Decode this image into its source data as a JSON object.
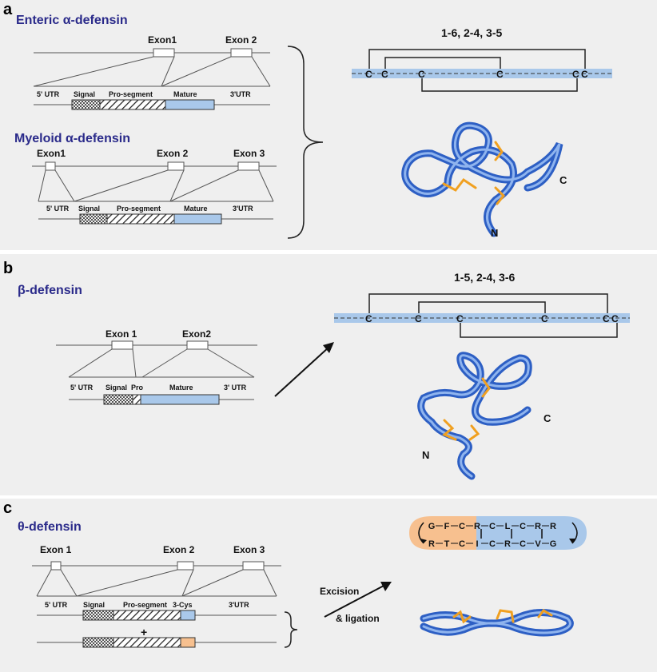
{
  "panel_a": {
    "letter": "a",
    "enteric_title": "Enteric α-defensin",
    "myeloid_title": "Myeloid α-defensin",
    "enteric_exons": [
      "Exon1",
      "Exon 2"
    ],
    "myeloid_exons": [
      "Exon1",
      "Exon 2",
      "Exon 3"
    ],
    "segments": {
      "utr5": "5' UTR",
      "signal": "Signal",
      "pro": "Pro-segment",
      "mature": "Mature",
      "utr3": "3'UTR"
    },
    "bond_pattern": "1-6, 2-4, 3-5",
    "cys_label": "C",
    "n_term": "N",
    "c_term": "C"
  },
  "panel_b": {
    "letter": "b",
    "title": "β-defensin",
    "exons": [
      "Exon 1",
      "Exon2"
    ],
    "segments": {
      "utr5": "5' UTR",
      "signal": "Signal",
      "pro": "Pro",
      "mature": "Mature",
      "utr3": "3' UTR"
    },
    "bond_pattern": "1-5, 2-4, 3-6",
    "cys_label": "C",
    "n_term": "N",
    "c_term": "C"
  },
  "panel_c": {
    "letter": "c",
    "title": "θ-defensin",
    "exons": [
      "Exon 1",
      "Exon 2",
      "Exon 3"
    ],
    "segments": {
      "utr5": "5' UTR",
      "signal": "Signal",
      "pro": "Pro-segment",
      "cys3": "3-Cys",
      "utr3": "3'UTR"
    },
    "plus": "+",
    "arrow_label_1": "Excision",
    "arrow_label_2": "& ligation",
    "seq_top": [
      "G",
      "F",
      "C",
      "R",
      "C",
      "L",
      "C",
      "R",
      "R"
    ],
    "seq_bottom": [
      "R",
      "T",
      "C",
      "I",
      "C",
      "R",
      "C",
      "V",
      "G"
    ]
  },
  "colors": {
    "mature_blue": "#a9c8ea",
    "peptide_orange": "#f7c08f",
    "ribbon_blue": "#3f6fd0",
    "disulfide": "#f0a020",
    "title_navy": "#2a2a8a"
  }
}
